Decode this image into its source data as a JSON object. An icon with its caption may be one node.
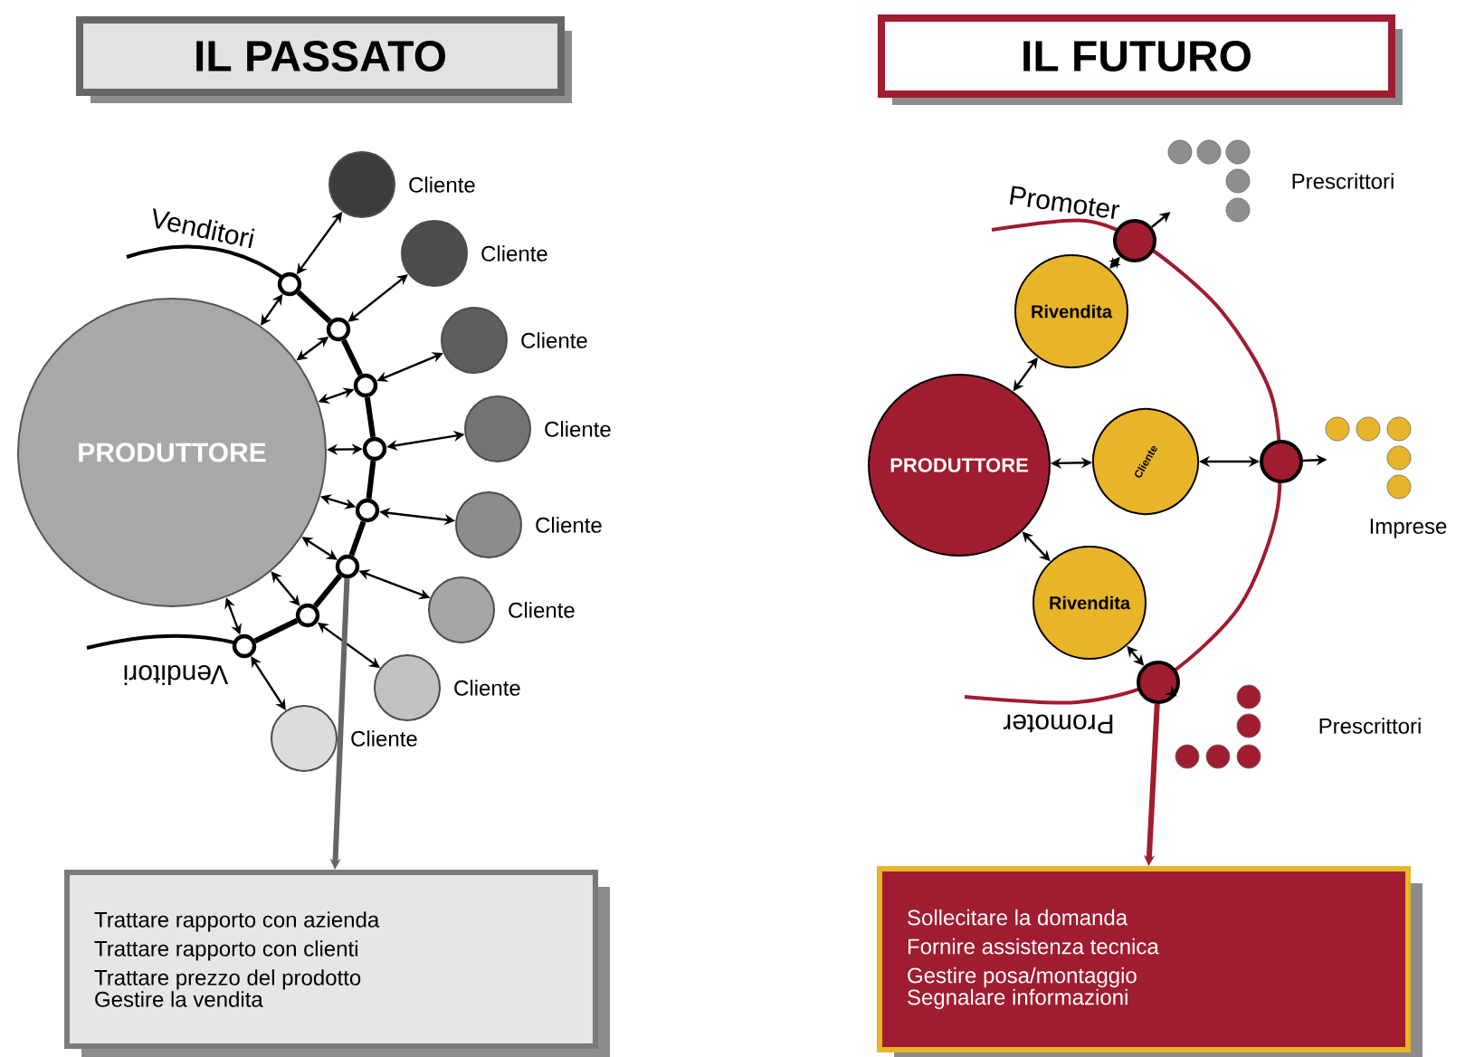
{
  "diagram": {
    "nodes": [
      {
        "text": [
          "IL PASSATO"
        ]
      },
      {
        "text": [
          "PRODUTTORE"
        ]
      },
      {
        "text": [],
        "shape": "circle"
      },
      {
        "text": [],
        "shape": "circle"
      },
      {
        "text": [],
        "shape": "circle"
      },
      {
        "text": [],
        "shape": "circle"
      },
      {
        "text": [],
        "shape": "circle"
      },
      {
        "text": [],
        "shape": "circle"
      },
      {
        "text": [],
        "shape": "circle"
      },
      {
        "text": [],
        "shape": "circle"
      },
      {
        "text": [],
        "shape": "circle",
        "beside": [
          "Cliente"
        ]
      },
      {
        "text": [],
        "shape": "circle",
        "beside": [
          "Cliente"
        ]
      },
      {
        "text": [],
        "shape": "circle",
        "beside": [
          "Cliente"
        ]
      },
      {
        "text": [],
        "shape": "circle",
        "beside": [
          "Cliente"
        ]
      },
      {
        "text": [],
        "shape": "circle",
        "beside": [
          "Cliente"
        ]
      },
      {
        "text": [],
        "shape": "circle",
        "beside": [
          "Cliente"
        ]
      },
      {
        "text": [],
        "shape": "circle",
        "beside": [
          "Cliente"
        ]
      },
      {
        "text": [],
        "shape": "circle",
        "beside": [
          "Cliente"
        ]
      },
      {
        "text": [
          "Trattare rapporto con azienda",
          "Trattare rapporto con clienti",
          "Trattare prezzo del prodotto",
          "Gestire la vendita"
        ]
      },
      {
        "text": [
          "IL FUTURO"
        ]
      },
      {
        "text": [
          "PRODUTTORE"
        ]
      },
      {
        "text": [
          "Rivendita"
        ]
      },
      {
        "text": [
          "Cliente"
        ]
      },
      {
        "text": [
          "Rivendita"
        ]
      },
      {
        "text": [],
        "shape": "circle"
      },
      {
        "text": [],
        "shape": "circle"
      },
      {
        "text": [],
        "shape": "circle"
      },
      {
        "text": [],
        "shape": "circle",
        "beside": [
          "Prescrittori"
        ]
      },
      {
        "text": [],
        "shape": "circle",
        "beside": [
          "Imprese"
        ]
      },
      {
        "text": [],
        "shape": "circle",
        "beside": [
          "Prescrittori"
        ]
      },
      {
        "text": [
          "Sollecitare la domanda",
          "Fornire assistenza tecnica",
          "Gestire posa/montaggio",
          "Segnalare informazioni"
        ]
      }
    ],
    "edges": [
      {
        "from": 2,
        "to": 3,
        "arrow": "none",
        "style": "thick"
      },
      {
        "from": 3,
        "to": 4,
        "arrow": "none",
        "style": "thick"
      },
      {
        "from": 4,
        "to": 5,
        "arrow": "none",
        "style": "thick"
      },
      {
        "from": 5,
        "to": 6,
        "arrow": "none",
        "style": "thick"
      },
      {
        "from": 6,
        "to": 7,
        "arrow": "none",
        "style": "thick"
      },
      {
        "from": 7,
        "to": 8,
        "arrow": "none",
        "style": "thick"
      },
      {
        "from": 8,
        "to": 9,
        "arrow": "none",
        "style": "thick"
      },
      {
        "from": 2,
        "to": 10,
        "arrow": "both"
      },
      {
        "from": 3,
        "to": 11,
        "arrow": "both"
      },
      {
        "from": 4,
        "to": 12,
        "arrow": "both"
      },
      {
        "from": 5,
        "to": 13,
        "arrow": "both"
      },
      {
        "from": 6,
        "to": 14,
        "arrow": "both"
      },
      {
        "from": 7,
        "to": 15,
        "arrow": "both"
      },
      {
        "from": 8,
        "to": 16,
        "arrow": "both"
      },
      {
        "from": 9,
        "to": 17,
        "arrow": "both"
      },
      {
        "from": 2,
        "to": 1,
        "arrow": "both"
      },
      {
        "from": 3,
        "to": 1,
        "arrow": "both"
      },
      {
        "from": 4,
        "to": 1,
        "arrow": "both"
      },
      {
        "from": 5,
        "to": 1,
        "arrow": "both"
      },
      {
        "from": 6,
        "to": 1,
        "arrow": "both"
      },
      {
        "from": 7,
        "to": 1,
        "arrow": "both"
      },
      {
        "from": 8,
        "to": 1,
        "arrow": "both"
      },
      {
        "from": 9,
        "to": 1,
        "arrow": "both"
      },
      {
        "from": 7,
        "to": 18,
        "arrow": "to",
        "style": "thick",
        "color": "#666666"
      },
      {
        "from": 20,
        "to": 21,
        "arrow": "both"
      },
      {
        "from": 21,
        "to": 24,
        "arrow": "both"
      },
      {
        "from": 24,
        "to": 27,
        "arrow": "to"
      },
      {
        "from": 20,
        "to": 22,
        "arrow": "both"
      },
      {
        "from": 22,
        "to": 25,
        "arrow": "both"
      },
      {
        "from": 25,
        "to": 28,
        "arrow": "to"
      },
      {
        "from": 20,
        "to": 23,
        "arrow": "both"
      },
      {
        "from": 23,
        "to": 26,
        "arrow": "both"
      },
      {
        "from": 26,
        "to": 29,
        "arrow": "to"
      },
      {
        "from": 26,
        "to": 30,
        "arrow": "to",
        "style": "thick",
        "color": "#a01c30"
      }
    ],
    "labels": [
      "Venditori",
      "Venditori",
      "Promoter",
      "Promoter"
    ]
  }
}
